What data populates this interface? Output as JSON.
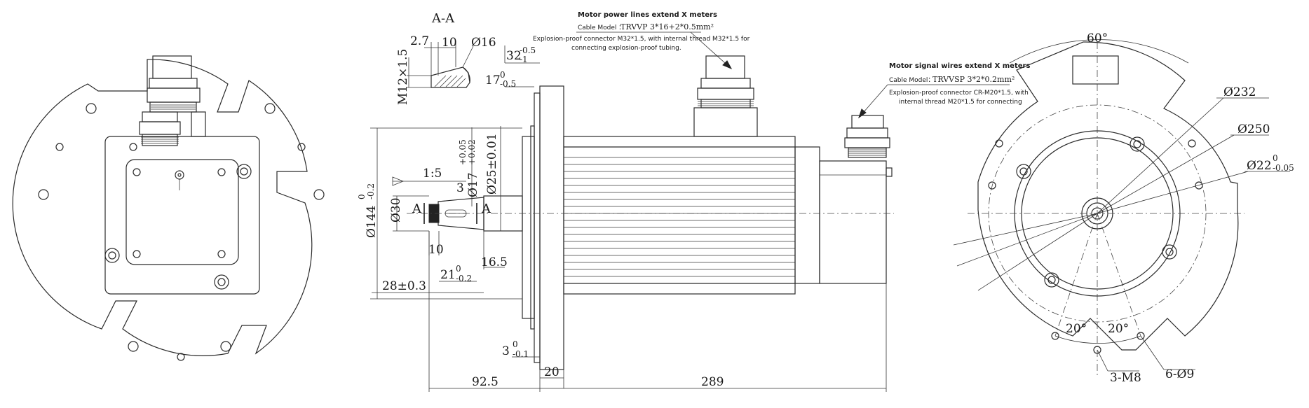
{
  "section_title": "A-A",
  "section_dims": {
    "d1": "2.7",
    "d2": "10",
    "d3": "Ø16",
    "thread": "M12×1.5"
  },
  "cable_power": {
    "title": "Motor power lines extend X meters",
    "model_label": "Cable Model ：",
    "model_value": "TRVVP 3*16+2*0.5mm²",
    "line1": "Explosion-proof connector M32*1.5, with internal thread M32*1.5 for",
    "line2": "connecting explosion-proof tubing."
  },
  "cable_signal": {
    "title": "Motor signal wires extend X meters",
    "model_label": "Cable Model：",
    "model_value": "TRVVSP 3*2*0.2mm²",
    "line1": "Explosion-proof connector CR-M20*1.5, with",
    "line2": "internal thread M20*1.5 for connecting"
  },
  "side_dims": {
    "d32": "32",
    "d32_tol": "-0.5",
    "d32_tol2": "-1",
    "d17": "17",
    "d17_tol1": "0",
    "d17_tol2": "-0.5",
    "taper": "1:5",
    "d3": "3",
    "phi17": "Ø17",
    "phi17_tol1": "+0.05",
    "phi17_tol2": "+0.02",
    "phi25": "Ø25±0.01",
    "phi144": "Ø144",
    "phi144_tol1": "0",
    "phi144_tol2": "-0.2",
    "phi30": "Ø30",
    "sec_a1": "A",
    "sec_a2": "A",
    "d10": "10",
    "d16_5": "16.5",
    "d21": "21",
    "d21_tol1": "0",
    "d21_tol2": "-0.2",
    "d28": "28±0.3",
    "d3b": "3",
    "d3b_tol1": "0",
    "d3b_tol2": "-0.1",
    "d20": "20",
    "d92_5": "92.5",
    "d289": "289"
  },
  "end_dims": {
    "angle60": "60°",
    "phi232": "Ø232",
    "phi250": "Ø250",
    "phi22": "Ø22",
    "phi22_tol1": "0",
    "phi22_tol2": "-0.05",
    "angle20a": "20°",
    "angle20b": "20°",
    "m8": "3-M8",
    "holes": "6-Ø9"
  }
}
